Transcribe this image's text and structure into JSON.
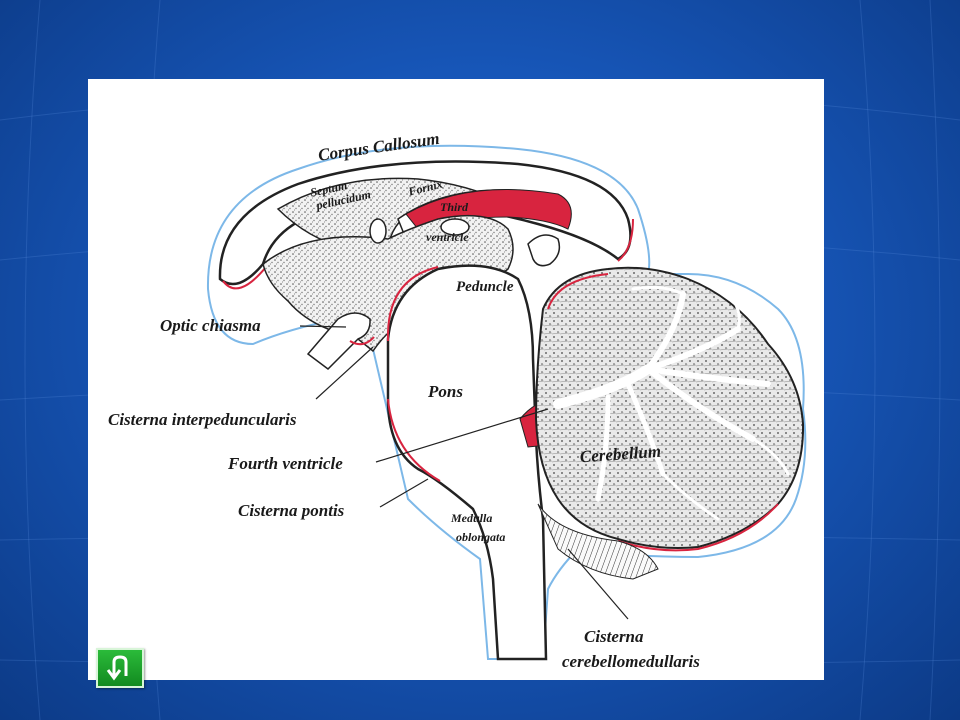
{
  "labels": {
    "corpus_callosum": "Corpus Callosum",
    "septum": "Septum",
    "pellucidum": "pellucidum",
    "fornix": "Fornix",
    "third": "Third",
    "ventricle": "ventricle",
    "peduncle": "Peduncle",
    "optic_chiasma": "Optic chiasma",
    "cisterna_interpeduncularis": "Cisterna interpeduncularis",
    "pons": "Pons",
    "fourth_ventricle": "Fourth ventricle",
    "cisterna_pontis": "Cisterna pontis",
    "medulla": "Medulla",
    "oblongata": "oblongata",
    "cerebellum": "Cerebellum",
    "cisterna": "Cisterna",
    "cerebellomedullaris": "cerebellomedullaris"
  },
  "colors": {
    "background": "#1756b8",
    "pia_red": "#d8243f",
    "arachnoid_blue": "#7db8e8",
    "outline": "#222222",
    "button_green": "#1ea52e"
  },
  "icons": {
    "back_button": "return-arrow-icon"
  }
}
